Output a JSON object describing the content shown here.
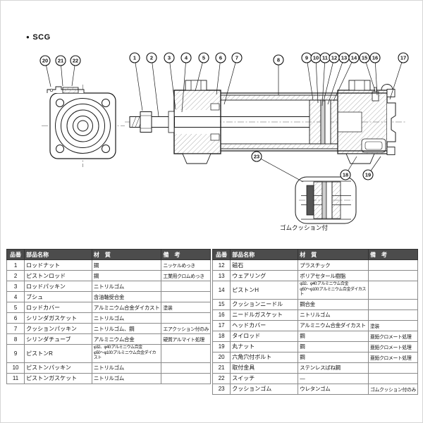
{
  "page": {
    "series_bullet": "●",
    "series_label": "SCG"
  },
  "drawing": {
    "detail_caption": "ゴムクッション付",
    "callouts": {
      "front": [
        "20",
        "21",
        "22"
      ],
      "main": [
        "1",
        "2",
        "3",
        "4",
        "5",
        "6",
        "7",
        "8",
        "9",
        "10",
        "11",
        "12",
        "13",
        "14",
        "15",
        "16",
        "17"
      ],
      "detail": [
        "23"
      ],
      "tie_rods": [
        "18",
        "19"
      ]
    }
  },
  "parts_table": {
    "headers": {
      "no": "品番",
      "name": "部品名称",
      "material": "材　質",
      "remarks": "備　考"
    },
    "left_rows": [
      {
        "no": "1",
        "name": "ロッドナット",
        "material": "鋼",
        "remarks": "ニッケルめっき"
      },
      {
        "no": "2",
        "name": "ピストンロッド",
        "material": "鋼",
        "remarks": "工業用クロムめっき"
      },
      {
        "no": "3",
        "name": "ロッドパッキン",
        "material": "ニトリルゴム",
        "remarks": ""
      },
      {
        "no": "4",
        "name": "ブシュ",
        "material": "含油軸受合金",
        "remarks": ""
      },
      {
        "no": "5",
        "name": "ロッドカバー",
        "material": "アルミニウム合金ダイカスト",
        "remarks": "塗装"
      },
      {
        "no": "6",
        "name": "シリンダガスケット",
        "material": "ニトリルゴム",
        "remarks": ""
      },
      {
        "no": "7",
        "name": "クッションパッキン",
        "material": "ニトリルゴム、鋼",
        "remarks": "エアクッション付のみ"
      },
      {
        "no": "8",
        "name": "シリンダチューブ",
        "material": "アルミニウム合金",
        "remarks": "硬質アルマイト処理"
      },
      {
        "no": "9",
        "name": "ピストンR",
        "material": "φ32、φ40:アルミニウム合金\nφ50〜φ100:アルミニウム合金ダイカスト",
        "remarks": ""
      },
      {
        "no": "10",
        "name": "ピストンパッキン",
        "material": "ニトリルゴム",
        "remarks": ""
      },
      {
        "no": "11",
        "name": "ピストンガスケット",
        "material": "ニトリルゴム",
        "remarks": ""
      }
    ],
    "right_rows": [
      {
        "no": "12",
        "name": "磁石",
        "material": "プラスチック",
        "remarks": ""
      },
      {
        "no": "13",
        "name": "ウェアリング",
        "material": "ポリアセタール樹脂",
        "remarks": ""
      },
      {
        "no": "14",
        "name": "ピストンH",
        "material": "φ32、φ40:アルミニウム合金\nφ50〜φ100:アルミニウム合金ダイカスト",
        "remarks": ""
      },
      {
        "no": "15",
        "name": "クッションニードル",
        "material": "鋼合金",
        "remarks": ""
      },
      {
        "no": "16",
        "name": "ニードルガスケット",
        "material": "ニトリルゴム",
        "remarks": ""
      },
      {
        "no": "17",
        "name": "ヘッドカバー",
        "material": "アルミニウム合金ダイカスト",
        "remarks": "塗装"
      },
      {
        "no": "18",
        "name": "タイロッド",
        "material": "鋼",
        "remarks": "亜鉛クロメート処理"
      },
      {
        "no": "19",
        "name": "丸ナット",
        "material": "鋼",
        "remarks": "亜鉛クロメート処理"
      },
      {
        "no": "20",
        "name": "六角穴付ボルト",
        "material": "鋼",
        "remarks": "亜鉛クロメート処理"
      },
      {
        "no": "21",
        "name": "取付金具",
        "material": "ステンレスばね鋼",
        "remarks": ""
      },
      {
        "no": "22",
        "name": "スイッチ",
        "material": "―",
        "remarks": ""
      },
      {
        "no": "23",
        "name": "クッションゴム",
        "material": "ウレタンゴム",
        "remarks": "ゴムクッション付のみ"
      }
    ]
  }
}
